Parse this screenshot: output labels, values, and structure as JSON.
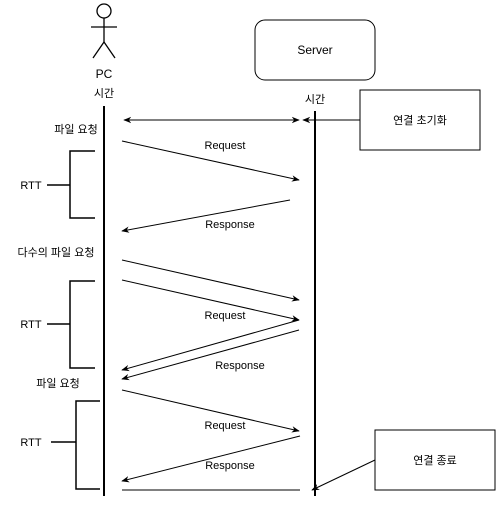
{
  "actors": {
    "pc": {
      "name": "PC",
      "time_label": "시간"
    },
    "server": {
      "name": "Server",
      "time_label": "시간"
    }
  },
  "notes": {
    "connection_init": "연결 초기화",
    "connection_close": "연결 종료"
  },
  "phases": [
    {
      "request_note": "파일 요청",
      "rtt_label": "RTT",
      "request_label": "Request",
      "response_label": "Response"
    },
    {
      "request_note": "다수의 파일 요청",
      "rtt_label": "RTT",
      "request_label": "Request",
      "response_label": "Response"
    },
    {
      "request_note": "파일 요청",
      "rtt_label": "RTT",
      "request_label": "Request",
      "response_label": "Response"
    }
  ]
}
